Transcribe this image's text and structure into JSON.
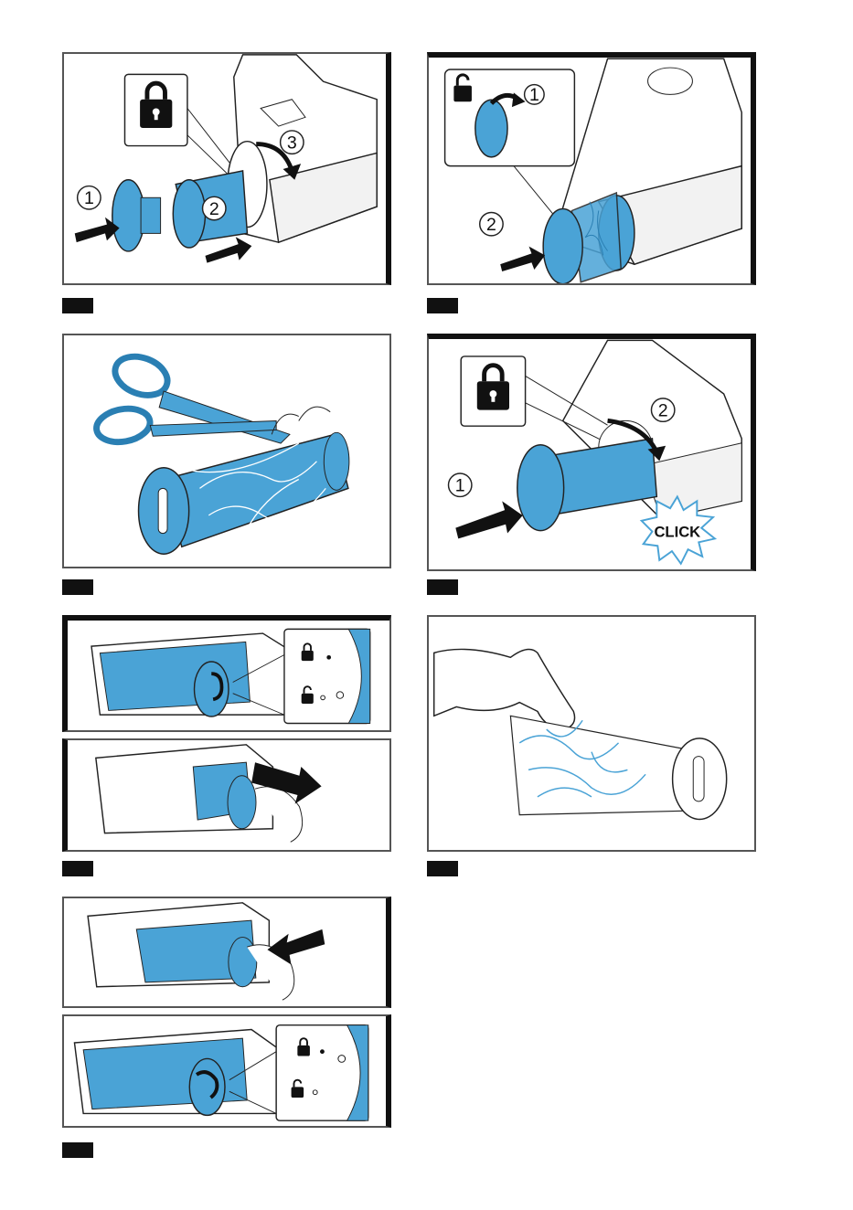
{
  "colors": {
    "accent": "#4aa3d6",
    "accent_dark": "#2a7fb3",
    "outline": "#222222",
    "frame": "#555555",
    "tag": "#111111"
  },
  "figures": [
    {
      "id": "fig1",
      "steps": [
        "1",
        "2",
        "3"
      ],
      "icons": [
        "lock-icon"
      ]
    },
    {
      "id": "fig2",
      "steps": [
        "1",
        "2"
      ],
      "icons": [
        "unlock-icon"
      ]
    },
    {
      "id": "fig3",
      "icons": [
        "scissors-icon"
      ]
    },
    {
      "id": "fig4",
      "steps": [
        "1",
        "2"
      ],
      "click_text": "CLICK",
      "icons": [
        "lock-icon"
      ]
    },
    {
      "id": "fig5",
      "icons": [
        "lock-icon",
        "unlock-icon"
      ]
    },
    {
      "id": "fig6",
      "icons": [
        "hand-icon"
      ]
    },
    {
      "id": "fig7",
      "icons": [
        "lock-icon",
        "unlock-icon"
      ]
    }
  ],
  "labels": {
    "s1": "1",
    "s2": "2",
    "s3": "3",
    "click": "CLICK"
  }
}
